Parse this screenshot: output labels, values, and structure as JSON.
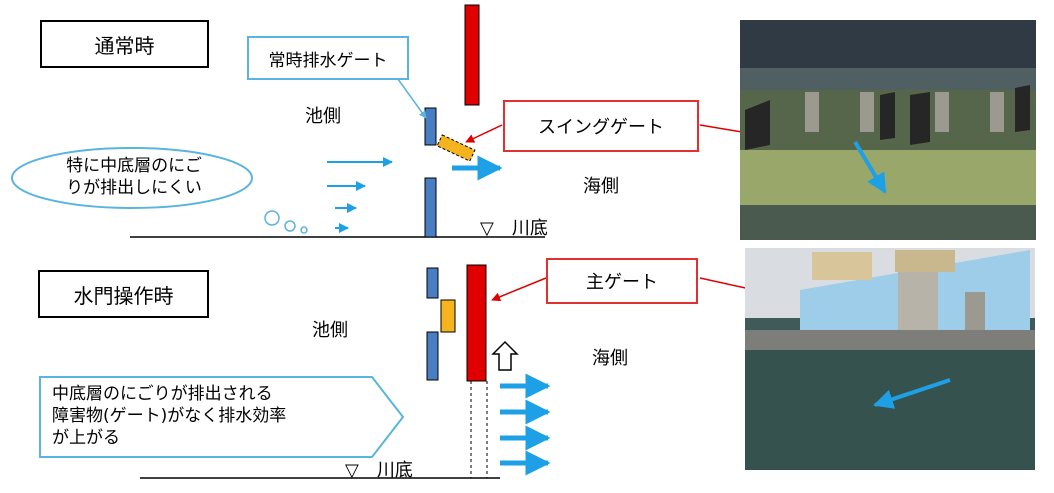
{
  "normal": {
    "title": "通常時",
    "constant_gate_label": "常時排水ゲート",
    "pond_side": "池側",
    "sea_side": "海側",
    "swing_gate_label": "スイングゲート",
    "cloud_line1": "特に中底層のにご",
    "cloud_line2": "りが排出しにくい",
    "riverbed": "▽　川底"
  },
  "operation": {
    "title": "水門操作時",
    "main_gate_label": "主ゲート",
    "pond_side": "池側",
    "sea_side": "海側",
    "note_line1": "中底層のにごりが排出される",
    "note_line2": "障害物(ゲート)がなく排水効率",
    "note_line3": "が上がる",
    "riverbed": "▽　川底"
  },
  "colors": {
    "gate_blue": "#4a7ec2",
    "gate_red": "#e00000",
    "gate_orange": "#f5b41e",
    "arrow_blue": "#1ea0e6",
    "callout_blue": "#5ab4e0",
    "callout_red": "#e03030"
  }
}
